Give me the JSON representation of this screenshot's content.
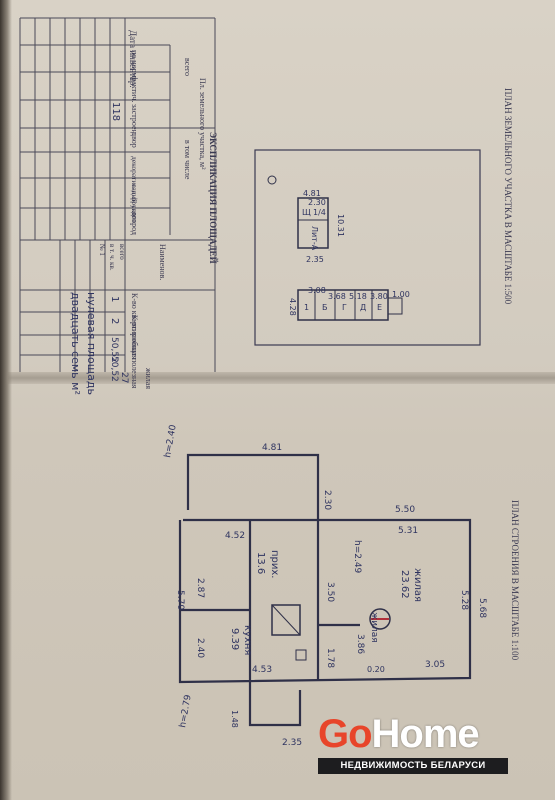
{
  "top_page": {
    "table": {
      "heading": "Дата инвентар.",
      "group_total": "всего",
      "group_area": "Пл. земельного участка, м²",
      "group_incl": "в том числе",
      "rows": [
        "по норме",
        "фактич.",
        "застроен.",
        "двор",
        "декоратив-ный сад",
        "сад фруктов.",
        "огород"
      ],
      "built_value": "118",
      "title": "ЭКСПЛИКАЦИЯ ПЛОЩАДЕЙ",
      "name_header": "Наименов.",
      "incl_label": "в т. ч. кв.",
      "num_label": "№ 1",
      "total_label": "всего",
      "lower_rows": [
        "К-во квартир",
        "К-во комнат",
        "общая",
        "полезная",
        "жилая"
      ],
      "lower_values": [
        "1",
        "2",
        "50,52",
        "50,52",
        "27"
      ],
      "handwritten_1": "нулевая площадь",
      "handwritten_2": "двадцать семь м²"
    },
    "plot_plan": {
      "title": "ПЛАН ЗЕМЕЛЬНОГО УЧАСТКА В МАСШТАБЕ 1:500",
      "dims": [
        "4.81",
        "2.30",
        "10.31",
        "2.35",
        "3.08",
        "3.68",
        "5.18",
        "3.80",
        "1.00",
        "4.28"
      ],
      "codes": [
        "Щ",
        "1/4",
        "Лит-А",
        "1",
        "Б",
        "Г",
        "Д",
        "Е"
      ]
    }
  },
  "bottom_page": {
    "building_plan": {
      "title": "ПЛАН СТРОЕНИЯ В МАСШТАБЕ 1:100",
      "dims": [
        "4.81",
        "2.30",
        "5.50",
        "5.31",
        "4.52",
        "2.87",
        "5.70",
        "2.40",
        "3.50",
        "1.78",
        "4.53",
        "5.28",
        "5.68",
        "3.05",
        "0.20",
        "2.35",
        "1.48"
      ],
      "heights": [
        "h=2.40",
        "h=2.49",
        "h=2.79"
      ],
      "rooms": [
        {
          "name": "прих.",
          "area": "13.6"
        },
        {
          "name": "кухня",
          "area": "9.39"
        },
        {
          "name": "жилая",
          "area": "23.62"
        },
        {
          "name": "жилая",
          "area": "3.86"
        }
      ]
    }
  },
  "logo": {
    "go": "Go",
    "home": "Home",
    "subtitle": "НЕДВИЖИМОСТЬ БЕЛАРУСИ"
  }
}
